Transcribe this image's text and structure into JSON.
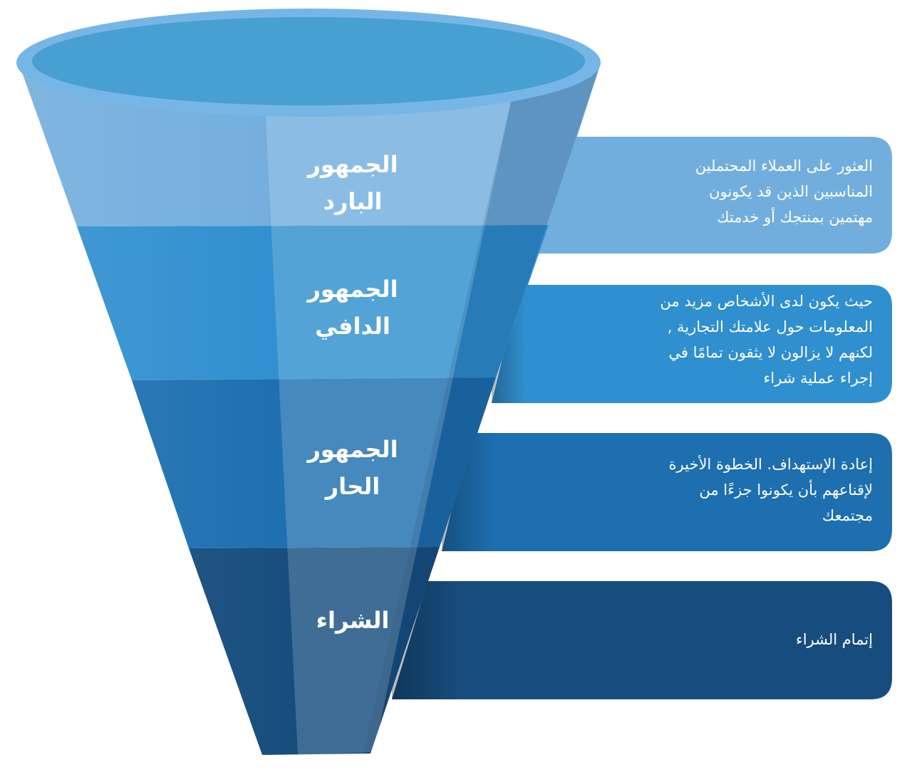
{
  "colors": {
    "rim_outer": "#76b6e6",
    "rim_inner": "#47a0d1",
    "stage_cold": "#72aedd",
    "stage_warm": "#2f8fcf",
    "stage_hot": "#1d6fb0",
    "stage_purchase": "#174d7e"
  },
  "stages": [
    {
      "id": "cold",
      "label": "الجمهور\nالبارد",
      "description": "العثور على العملاء المحتملين\nالمناسبين الذين قد يكونون\nمهتمين بمنتجك أو خدمتك"
    },
    {
      "id": "warm",
      "label": "الجمهور\nالدافي",
      "description": "حيث يكون لدى الأشخاص مزيد من\nالمعلومات حول علامتك التجارية ,\nلكنهم لا يزالون لا يثقون تمامًا في\nإجراء عملية شراء"
    },
    {
      "id": "hot",
      "label": "الجمهور\nالحار",
      "description": "إعادة الإستهداف. الخطوة الأخيرة\nلإقناعهم بأن يكونوا جزءًا من\nمجتمعك"
    },
    {
      "id": "purchase",
      "label": "الشراء",
      "description": "إتمام الشراء"
    }
  ]
}
